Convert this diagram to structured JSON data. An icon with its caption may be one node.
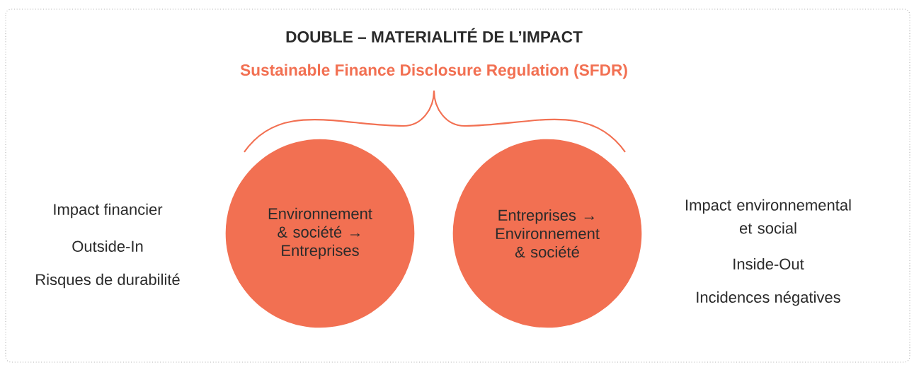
{
  "diagram": {
    "title": "DOUBLE – MATERIALITÉ DE L’IMPACT",
    "nodes": [
      {
        "text": [
          "Environnement & société → Entreprises"
        ]
      },
      {
        "text": [
          "Entreprises → Environnement & société"
        ]
      }
    ],
    "labels": [
      "Sustainable Finance Disclosure Regulation (SFDR)",
      "Impact financier",
      "Outside-In",
      "Risques de durabilité",
      "Impact environnemental et social",
      "Inside-Out",
      "Incidences négatives"
    ]
  }
}
